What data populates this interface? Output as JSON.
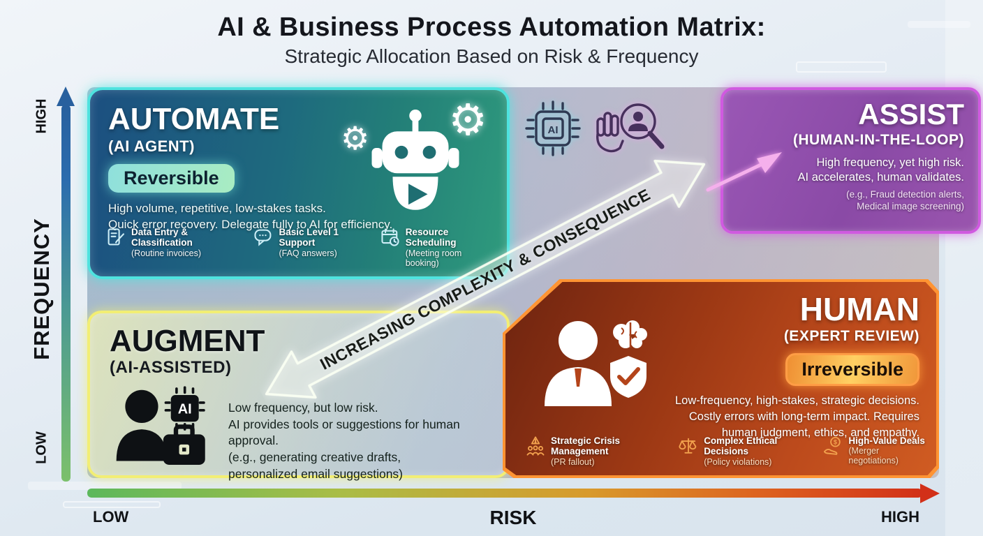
{
  "title": "AI & Business Process Automation Matrix:",
  "subtitle": "Strategic Allocation Based on Risk & Frequency",
  "axes": {
    "y_label": "FREQUENCY",
    "y_top": "HIGH",
    "y_bottom": "LOW",
    "x_label": "RISK",
    "x_left": "LOW",
    "x_right": "HIGH"
  },
  "diagonal_arrow_label": "INCREASING COMPLEXITY & CONSEQUENCE",
  "glyphs": {
    "gear": "⚙",
    "ai": "AI",
    "dollar": "$"
  },
  "quadrants": {
    "automate": {
      "title": "AUTOMATE",
      "subtitle": "(AI AGENT)",
      "badge": "Reversible",
      "desc": [
        "High volume, repetitive, low-stakes tasks.",
        "Quick error recovery. Delegate fully to AI for efficiency."
      ],
      "examples": [
        {
          "icon": "document-edit-icon",
          "label": "Data Entry & Classification",
          "sub": "(Routine invoices)"
        },
        {
          "icon": "chat-bubble-icon",
          "label": "Basic Level 1 Support",
          "sub": "(FAQ answers)"
        },
        {
          "icon": "calendar-clock-icon",
          "label": "Resource Scheduling",
          "sub": "(Meeting room booking)"
        }
      ]
    },
    "assist": {
      "title": "ASSIST",
      "subtitle": "(HUMAN-IN-THE-LOOP)",
      "desc": [
        "High frequency, yet high risk.",
        "AI accelerates, human validates."
      ],
      "note": [
        "(e.g., Fraud detection alerts,",
        "Medical image screening)"
      ]
    },
    "augment": {
      "title": "AUGMENT",
      "subtitle": "(AI-ASSISTED)",
      "desc": [
        "Low frequency, but low risk.",
        "AI provides tools or suggestions for human approval.",
        "(e.g., generating creative drafts,",
        "personalized email suggestions)"
      ]
    },
    "human": {
      "title": "HUMAN",
      "subtitle": "(EXPERT REVIEW)",
      "badge": "Irreversible",
      "desc": [
        "Low-frequency, high-stakes, strategic decisions.",
        "Costly errors with long-term impact. Requires",
        "human judgment, ethics, and empathy."
      ],
      "examples": [
        {
          "icon": "crisis-people-icon",
          "label": "Strategic Crisis Management",
          "sub": "(PR fallout)"
        },
        {
          "icon": "scales-icon",
          "label": "Complex Ethical Decisions",
          "sub": "(Policy violations)"
        },
        {
          "icon": "dollar-hand-icon",
          "label": "High-Value Deals",
          "sub": "(Merger negotiations)"
        }
      ]
    }
  },
  "colors": {
    "automate_border": "#4fe3df",
    "assist_border": "#d05ae0",
    "augment_border": "#f2ee74",
    "human_border": "#ff9433",
    "reversible_badge": "#9ae6cf",
    "irreversible_badge": "#ffb447",
    "y_axis_top": "#28609e",
    "y_axis_bottom": "#7cc06b",
    "x_axis_left": "#5cb85c",
    "x_axis_right": "#d23018"
  }
}
